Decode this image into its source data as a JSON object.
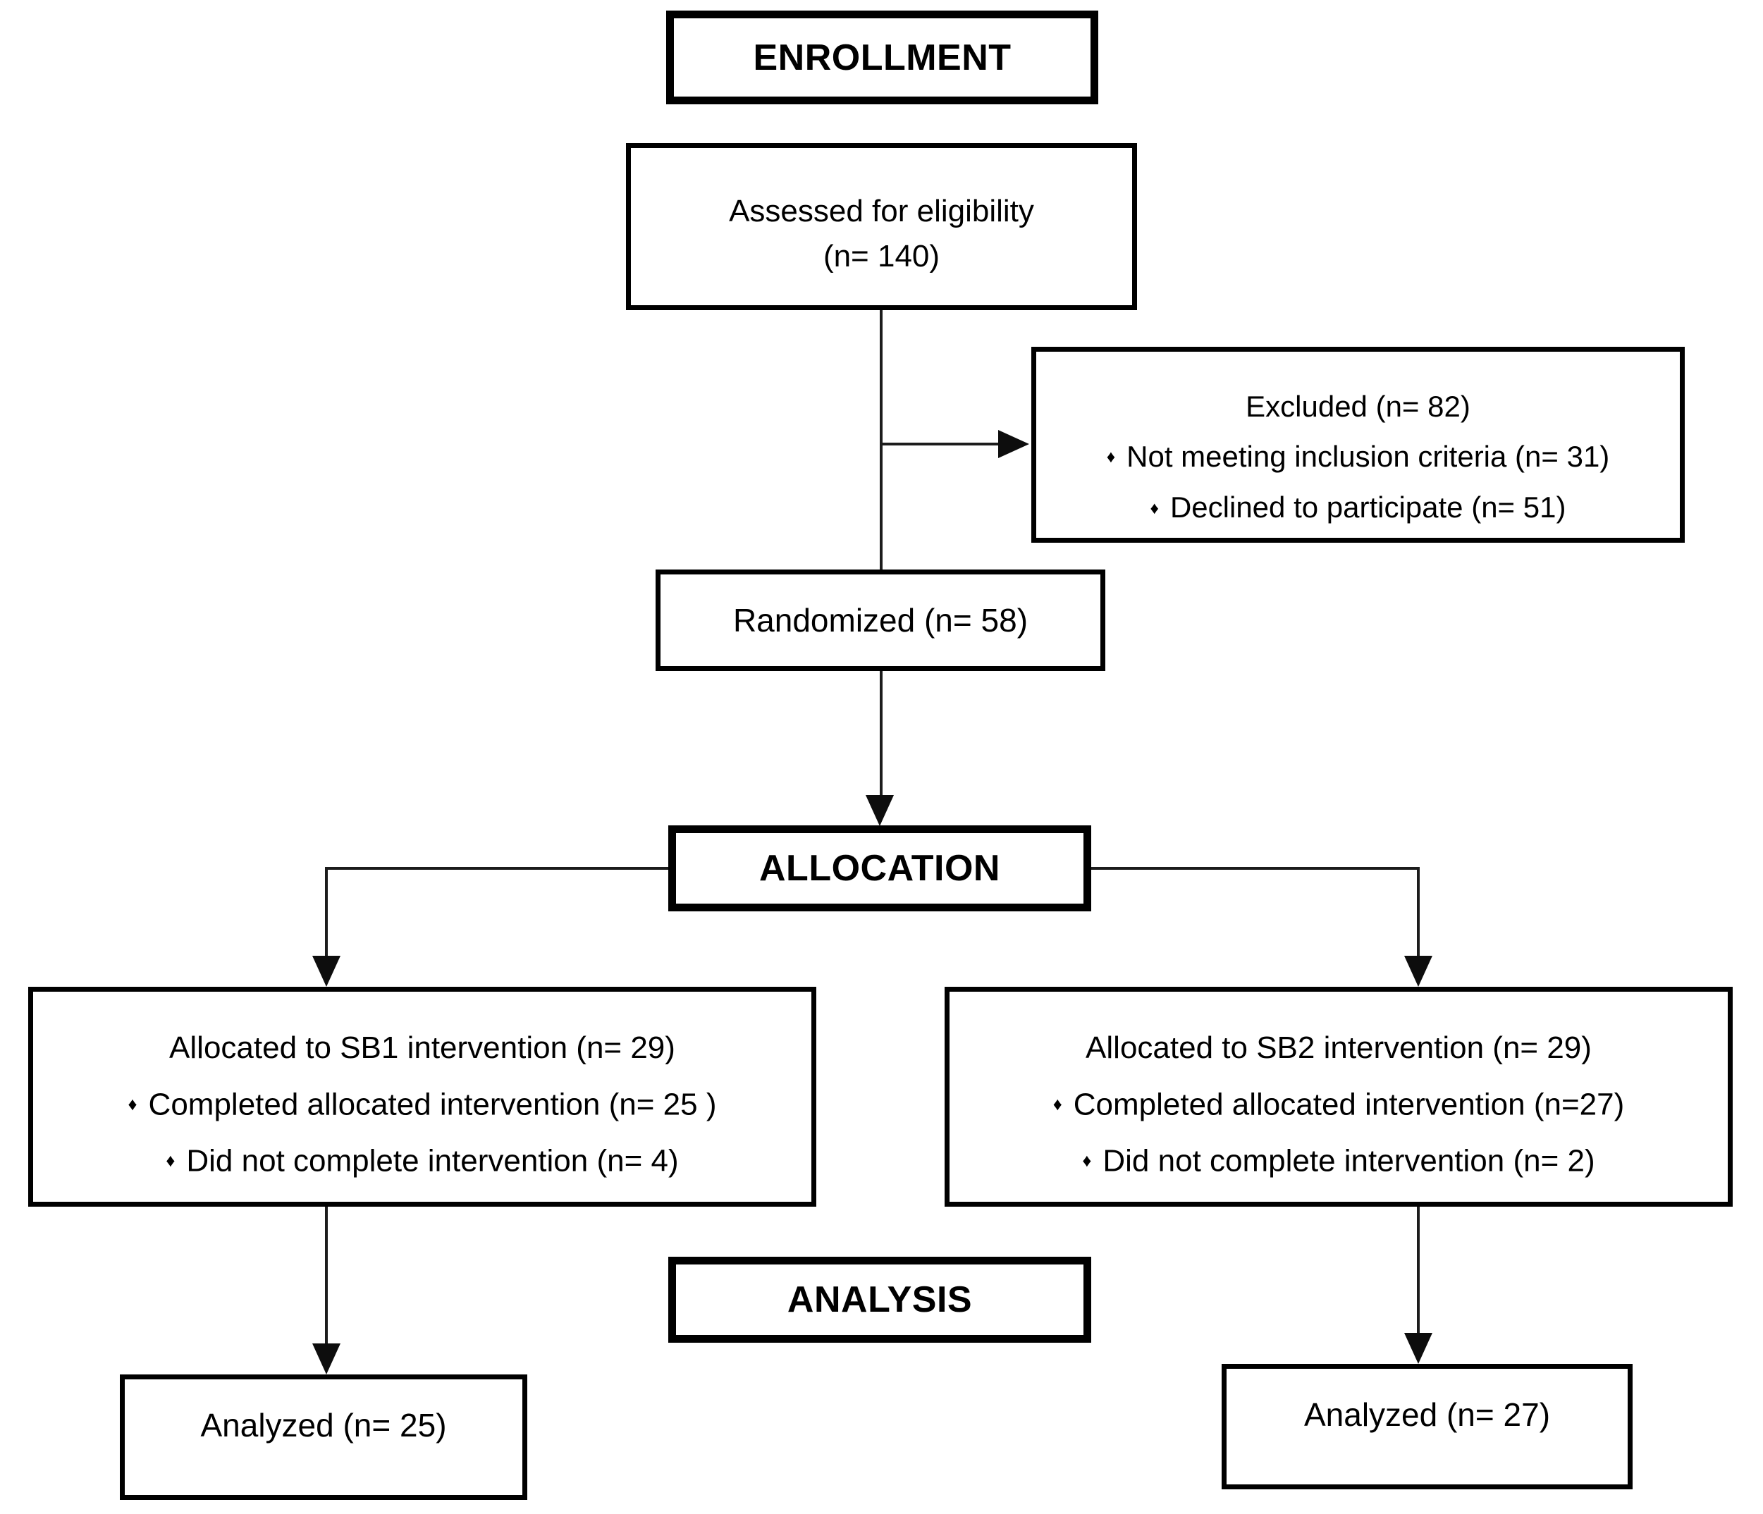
{
  "diagram": {
    "title_semantic": "CONSORT participant flow diagram",
    "bullet_glyph": "♦",
    "colors": {
      "border": "#000000",
      "text": "#000000",
      "line": "#1c1c1c",
      "background": "#ffffff"
    },
    "headers": {
      "enrollment": "ENROLLMENT",
      "allocation": "ALLOCATION",
      "analysis": "ANALYSIS"
    },
    "assessed": {
      "line1": "Assessed for eligibility",
      "line2": "(n= 140)"
    },
    "excluded": {
      "title": "Excluded (n= 82)",
      "bullets": [
        "Not meeting inclusion criteria (n= 31)",
        "Declined to participate (n= 51)"
      ]
    },
    "randomized": {
      "text": "Randomized (n= 58)"
    },
    "allocation_left": {
      "title": "Allocated to SB1 intervention (n= 29)",
      "bullets": [
        "Completed allocated intervention (n= 25 )",
        "Did not complete intervention (n= 4)"
      ]
    },
    "allocation_right": {
      "title": "Allocated to SB2 intervention (n= 29)",
      "bullets": [
        "Completed allocated intervention (n=27)",
        "Did not complete intervention (n= 2)"
      ]
    },
    "analyzed_left": {
      "text": "Analyzed (n= 25)"
    },
    "analyzed_right": {
      "text": "Analyzed (n= 27)"
    }
  }
}
